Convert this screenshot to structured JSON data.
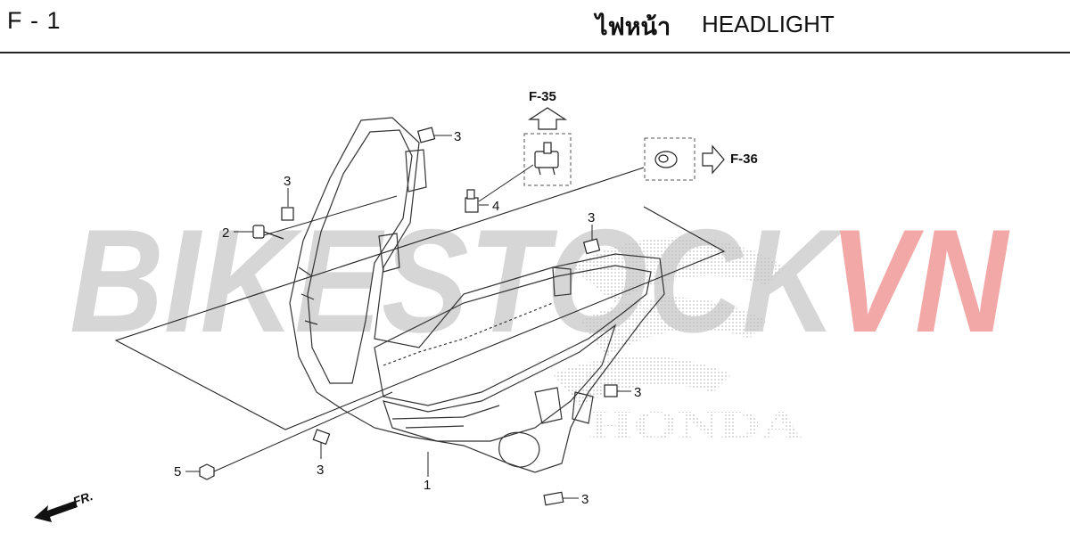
{
  "header": {
    "ref_code": "F - 1",
    "title_thai": "ไฟหน้า",
    "title_en": "HEADLIGHT"
  },
  "watermark": {
    "text_gray": "BIKESTOCK",
    "text_red": "VN",
    "brand": "HONDA",
    "color_gray": "#d6d6d6",
    "color_red": "#f3a8a8"
  },
  "cross_refs": {
    "up": "F-35",
    "right": "F-36"
  },
  "callouts": {
    "c1": "1",
    "c2": "2",
    "c3": "3",
    "c4": "4",
    "c5": "5"
  },
  "direction": {
    "label": "FR."
  }
}
